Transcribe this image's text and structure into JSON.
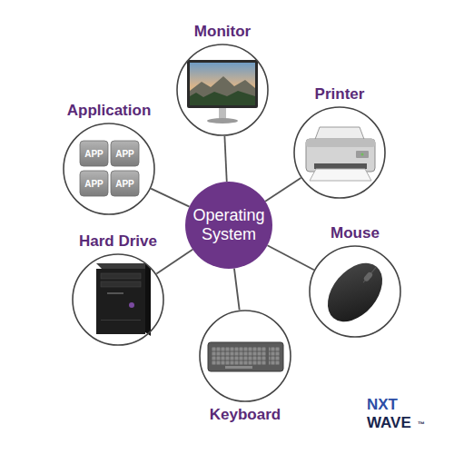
{
  "diagram": {
    "nodes": [
      {
        "text": [
          "Monitor"
        ]
      },
      {
        "text": [
          "Printer"
        ]
      },
      {
        "text": [
          "Application"
        ]
      },
      {
        "text": [
          "Operating System"
        ]
      },
      {
        "text": [
          "Mouse"
        ]
      },
      {
        "text": [
          "Hard Drive"
        ]
      },
      {
        "text": [
          "Keyboard"
        ]
      }
    ],
    "edges": [
      {
        "from": 3,
        "to": 0,
        "arrow": "none"
      },
      {
        "from": 3,
        "to": 1,
        "arrow": "none"
      },
      {
        "from": 3,
        "to": 2,
        "arrow": "none"
      },
      {
        "from": 3,
        "to": 4,
        "arrow": "none"
      },
      {
        "from": 3,
        "to": 5,
        "arrow": "none"
      },
      {
        "from": 3,
        "to": 6,
        "arrow": "none"
      }
    ],
    "labels": [
      "APP",
      "APP",
      "APP",
      "APP",
      "NXT",
      "WAVE",
      "™"
    ]
  }
}
